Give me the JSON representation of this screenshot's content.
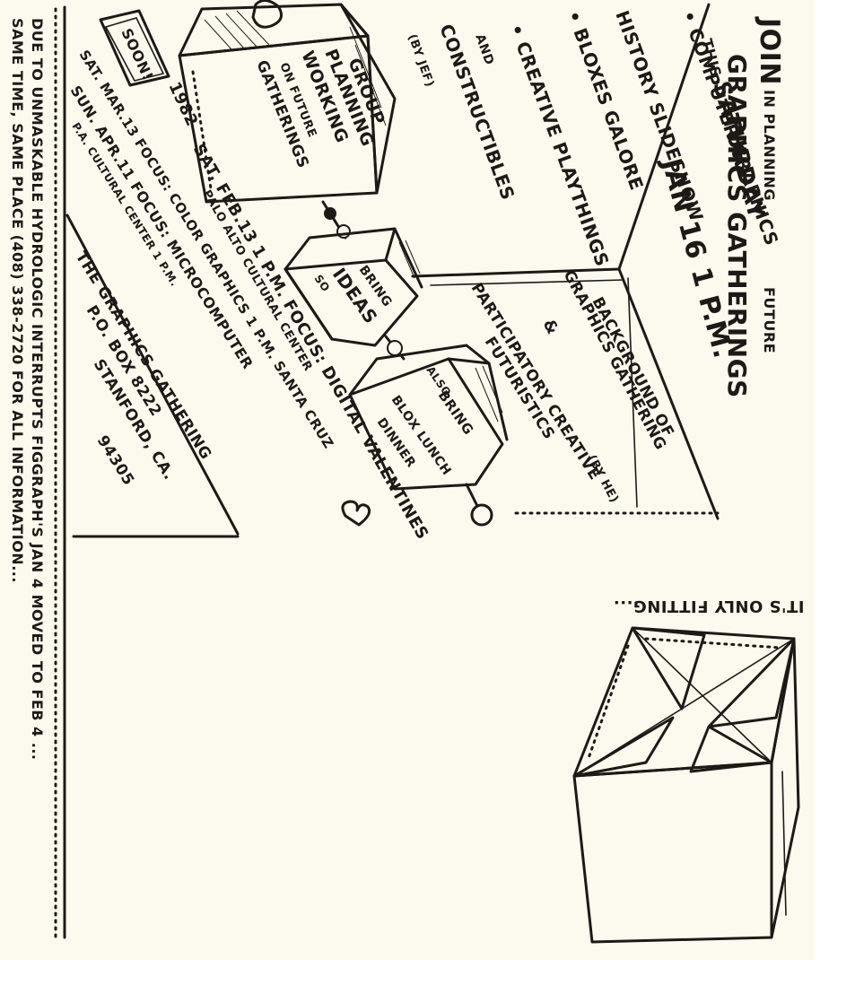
{
  "poster": {
    "intro": {
      "join": "JOIN",
      "in_planning": "IN PLANNING",
      "future": "FUTURE",
      "graphics_gatherings": "GRAPHICS GATHERINGS"
    },
    "this_saturday": "THIS",
    "saturday": "SATURDAY",
    "date_time": "JAN 16 1 P.M.",
    "agenda": [
      "• COMPUTER GRAPHICS",
      "HISTORY SLIDESHOW",
      "• BLOXES GALORE",
      "• CREATIVE PLAYTHINGS",
      "AND",
      "CONSTRUCTIBLES",
      "(BY JEF)"
    ],
    "right_panel": {
      "line1": "BACKGROUND OF",
      "line2": "GRAPHICS GATHERING",
      "line3": "(BY HE)",
      "line4": "&",
      "line5": "PARTICIPATORY CREATIVE",
      "line6": "FUTURISTICS"
    },
    "soon_badge": "SOON!",
    "year": "1982",
    "upcoming": [
      "SAT. FEB.13 1 P.M. FOCUS: DIGITAL VALENTINES",
      "PALO ALTO CULTURAL CENTER",
      "SAT. MAR.13 FOCUS: COLOR GRAPHICS 1 P.M. SANTA CRUZ",
      "SUN. APR.11 FOCUS: MICROCOMPUTER",
      "P.A. CULTURAL CENTER 1 P.M."
    ],
    "address": {
      "org": "THE GRAPHICS GATHERING",
      "box": "P.O. BOX 8222",
      "city": "STANFORD, CA.",
      "zip": "94305"
    },
    "footer": {
      "line1": "DUE TO UNMASKABLE HYDROLOGIC INTERRUPTS FIGGRAPH'S JAN 4 MOVED TO FEB 4 ...",
      "line2": "SAME TIME, SAME PLACE (408) 338-2720 FOR ALL INFORMATION..."
    },
    "boxes": {
      "group_planning": [
        "GROUP",
        "PLANNING",
        "WORKING",
        "ON FUTURE",
        "GATHERINGS"
      ],
      "ideas": [
        "BRING",
        "SO",
        "IDEAS"
      ],
      "blox_lunch": [
        "ALSO",
        "BRING",
        "BLOX LUNCH",
        "DINNER"
      ]
    },
    "its_only_fitting": "IT'S ONLY FITTING..."
  },
  "colors": {
    "paper": "#fcf9ee",
    "ink": "#1d1a16",
    "background": "#ffffff"
  }
}
